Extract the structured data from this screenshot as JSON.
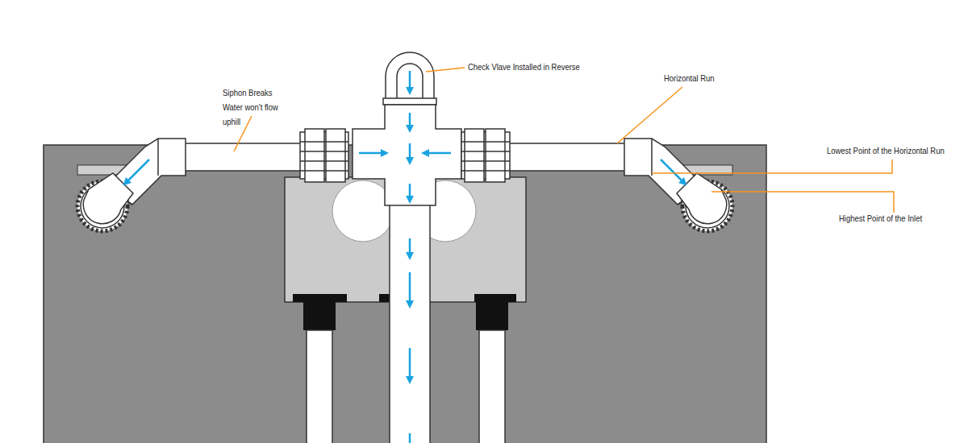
{
  "diagram": {
    "labels": [
      "Check Vlave Installed in Reverse",
      "Siphon Breaks Water won't flow uphill",
      "Horizontal Run",
      "Lowest Point of the Horizontal Run",
      "Highest Point of the Inlet"
    ]
  }
}
